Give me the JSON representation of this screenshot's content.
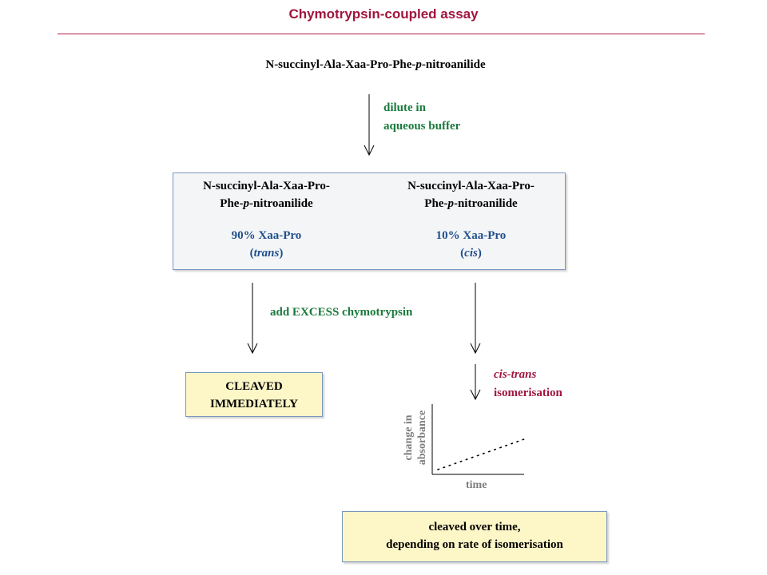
{
  "title": "Chymotrypsin-coupled assay",
  "substrate": {
    "prefix": "N-succinyl-Ala-Xaa-Pro-Phe-",
    "italic": "p",
    "suffix": "-nitroanilide"
  },
  "step_dilute": {
    "line1": "dilute in",
    "line2": "aqueous buffer"
  },
  "mixture": {
    "trans": {
      "name_line1": "N-succinyl-Ala-Xaa-Pro-",
      "name_line2_prefix": "Phe-",
      "name_line2_italic": "p",
      "name_line2_suffix": "-nitroanilide",
      "percent": "90% Xaa-Pro",
      "isomer_open": "(",
      "isomer": "trans",
      "isomer_close": ")"
    },
    "cis": {
      "name_line1": "N-succinyl-Ala-Xaa-Pro-",
      "name_line2_prefix": "Phe-",
      "name_line2_italic": "p",
      "name_line2_suffix": "-nitroanilide",
      "percent": "10% Xaa-Pro",
      "isomer_open": "(",
      "isomer": "cis",
      "isomer_close": ")"
    }
  },
  "step_chymotrypsin": "add EXCESS chymotrypsin",
  "cleaved_immediately": {
    "line1": "CLEAVED",
    "line2": "IMMEDIATELY"
  },
  "isomerisation": {
    "line1": "cis-trans",
    "line2": "isomerisation"
  },
  "plot": {
    "ylabel_line1": "change in",
    "ylabel_line2": "absorbance",
    "xlabel": "time"
  },
  "cleaved_over_time": {
    "line1": "cleaved over time,",
    "line2": "depending on rate of isomerisation"
  },
  "colors": {
    "title": "#a0153e",
    "green_text": "#1a7a3c",
    "red_text": "#a0153e",
    "blue_text": "#1f4e8c",
    "box_border": "#7a97bf",
    "yellow_fill": "#fdf6c7"
  }
}
